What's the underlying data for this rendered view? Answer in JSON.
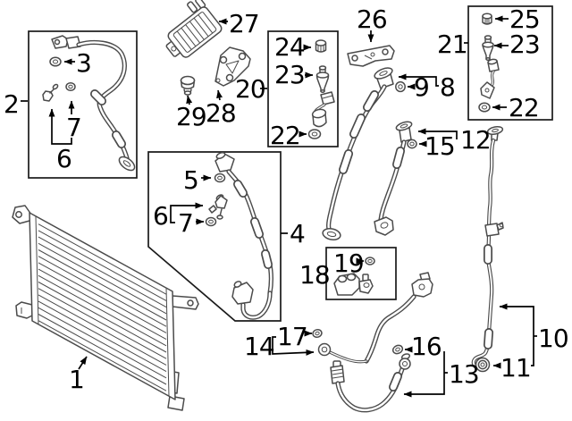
{
  "figure": {
    "kind": "ac-condenser-and-lines-parts-diagram",
    "background": "#ffffff",
    "part_line_color": "#4b4b4b",
    "ink_color": "#000000"
  },
  "callouts": {
    "c1": "1",
    "c2": "2",
    "c3": "3",
    "c4": "4",
    "c5": "5",
    "c6a": "6",
    "c7a": "7",
    "c6b": "6",
    "c7b": "7",
    "c8": "8",
    "c9": "9",
    "c10": "10",
    "c11": "11",
    "c12": "12",
    "c13": "13",
    "c14": "14",
    "c15": "15",
    "c16": "16",
    "c17": "17",
    "c18": "18",
    "c19": "19",
    "c20": "20",
    "c21": "21",
    "c22a": "22",
    "c22b": "22",
    "c23a": "23",
    "c23b": "23",
    "c24": "24",
    "c25": "25",
    "c26": "26",
    "c27": "27",
    "c28": "28",
    "c29": "29"
  }
}
